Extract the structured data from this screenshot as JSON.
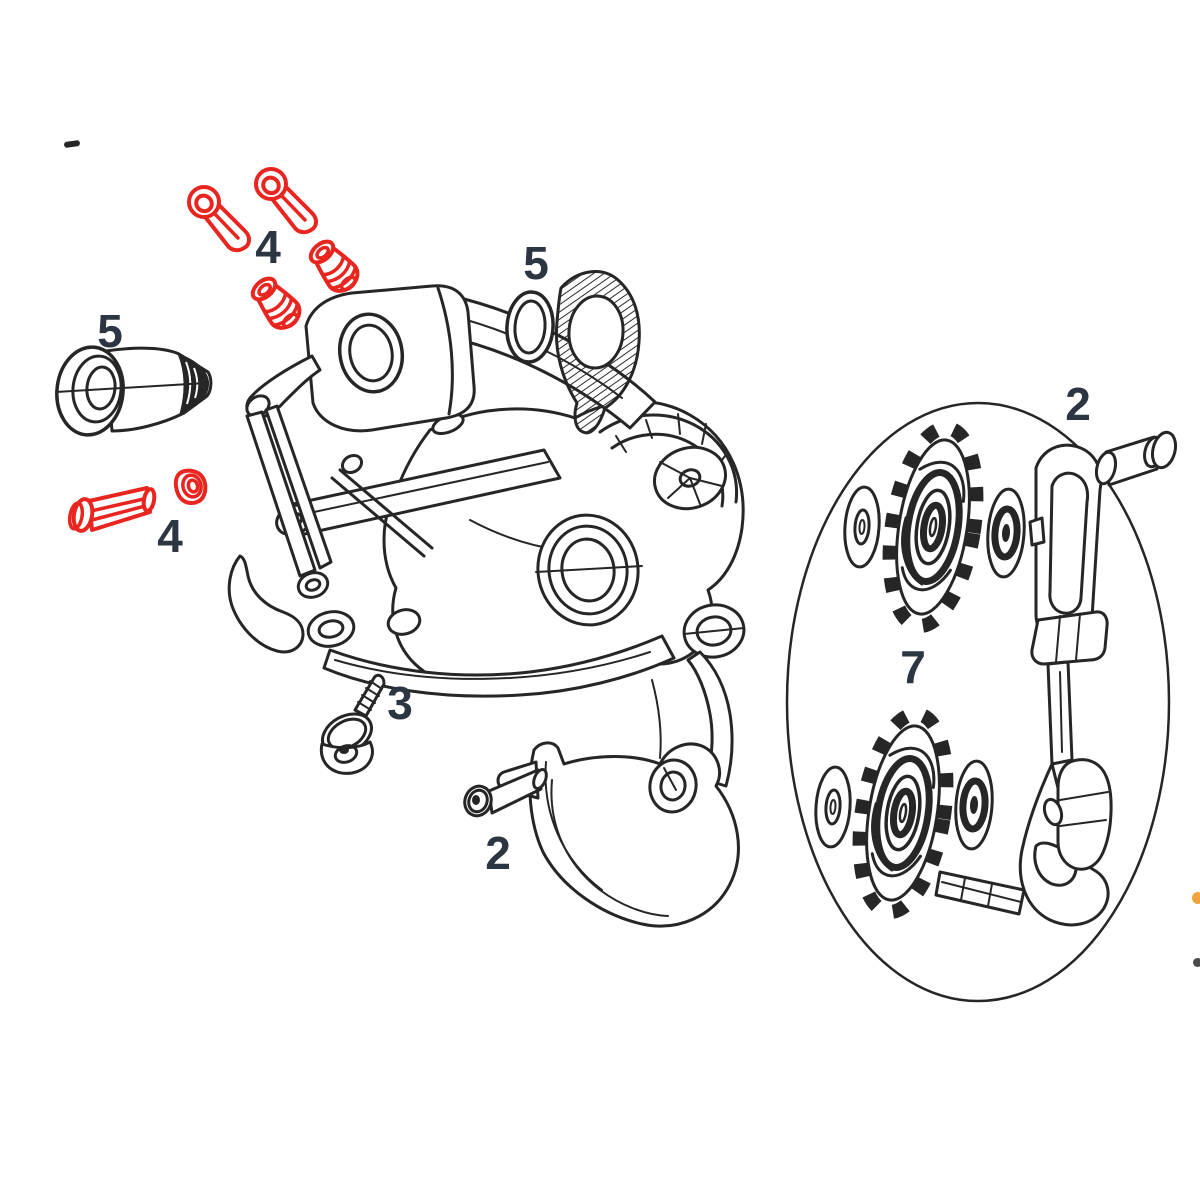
{
  "diagram": {
    "type": "exploded-parts-diagram",
    "subject": "bicycle-rear-derailleur",
    "background_color": "#ffffff",
    "line_color": "#262626",
    "highlight_color": "#e8251f",
    "label_color": "#2c3542",
    "labels": [
      {
        "id": "callout-4-top",
        "text": "4"
      },
      {
        "id": "callout-5-left",
        "text": "5"
      },
      {
        "id": "callout-5-hanger",
        "text": "5"
      },
      {
        "id": "callout-4-left",
        "text": "4"
      },
      {
        "id": "callout-3",
        "text": "3"
      },
      {
        "id": "callout-2-bottom",
        "text": "2"
      },
      {
        "id": "callout-7",
        "text": "7"
      },
      {
        "id": "callout-2-right",
        "text": "2"
      }
    ],
    "parts": [
      {
        "callout": "2",
        "instances": 2,
        "name": "small-mounting-bolt",
        "highlighted": false
      },
      {
        "callout": "3",
        "instances": 1,
        "name": "cable-anchor-bolt",
        "highlighted": false
      },
      {
        "callout": "4",
        "instances": 2,
        "name": "screw-and-hardware-set",
        "highlighted": true
      },
      {
        "callout": "5",
        "instances": 2,
        "name": "pivot-bolt-and-hanger-with-oring",
        "highlighted": false
      },
      {
        "callout": "7",
        "instances": 1,
        "name": "pulley-wheel-set-detail-circle",
        "highlighted": false
      }
    ],
    "edge_marks": [
      {
        "name": "dash-fragment-top-left",
        "color": "#262626"
      },
      {
        "name": "orange-fragment-right-edge",
        "color": "#f0a23c"
      },
      {
        "name": "dark-fragment-right-edge",
        "color": "#4a4a4a"
      }
    ]
  }
}
